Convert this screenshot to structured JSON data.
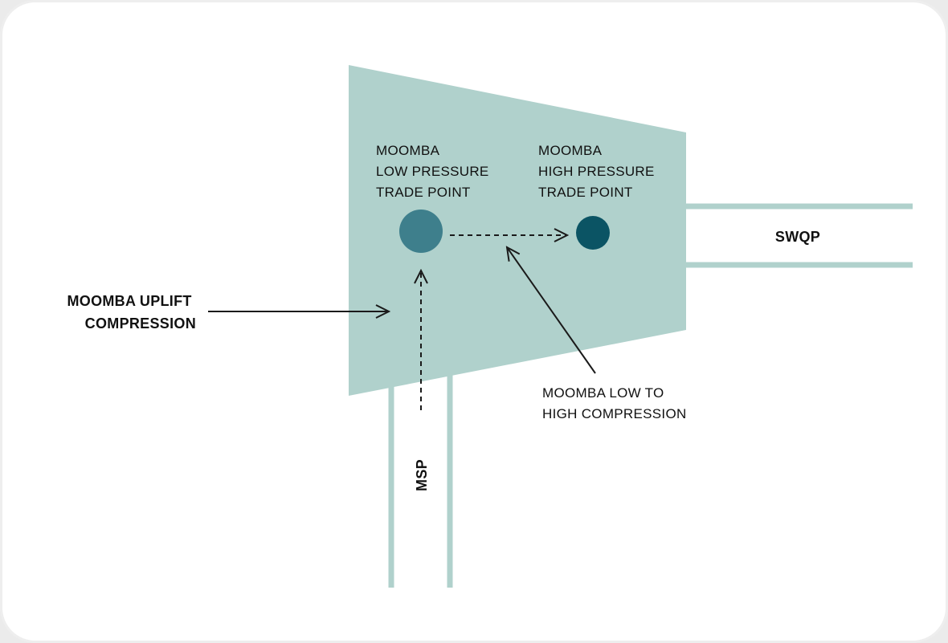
{
  "colors": {
    "compressor_fill": "#b0d1cc",
    "pipe": "#b0d1cc",
    "low_pressure_node": "#3e7f8c",
    "high_pressure_node": "#0b5464",
    "arrow": "#1a1a1a",
    "text": "#111111"
  },
  "diagram": {
    "low_point_label": [
      "MOOMBA",
      "LOW PRESSURE",
      "TRADE POINT"
    ],
    "high_point_label": [
      "MOOMBA",
      "HIGH PRESSURE",
      "TRADE POINT"
    ],
    "uplift_label": [
      "MOOMBA UPLIFT",
      "COMPRESSION"
    ],
    "low_to_high_label": [
      "MOOMBA LOW TO",
      "HIGH COMPRESSION"
    ],
    "swqp_label": "SWQP",
    "msp_label": "MSP"
  }
}
